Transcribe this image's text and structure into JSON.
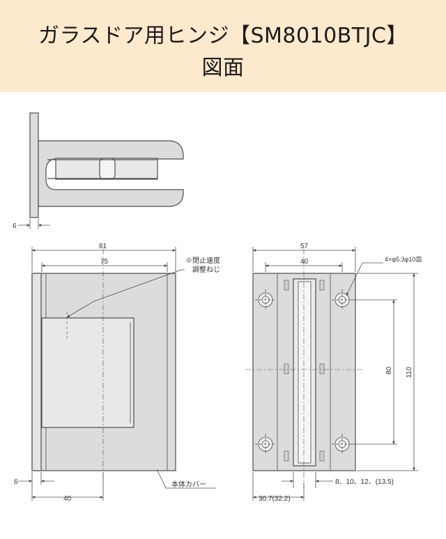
{
  "header": {
    "title": "ガラスドア用ヒンジ【SM8010BTJC】",
    "subtitle": "図面"
  },
  "colors": {
    "banner": "#fde9cc",
    "body_fill": "#dcdcdc",
    "line": "#4d4d4d"
  },
  "top_view": {
    "dim_thickness": "6"
  },
  "front_view": {
    "dim_total_width": "81",
    "dim_cover_width": "75",
    "note_line1": "※閉止速度",
    "note_line2": "調整ねじ",
    "dim_left": "6",
    "dim_axis": "40",
    "cover_label": "本体カバー"
  },
  "side_view": {
    "dim_total_width": "57",
    "dim_inner_width": "40",
    "hole_spec": "4×φ5.3φ10皿",
    "dim_hole_pitch": "80",
    "dim_height": "110",
    "glass_thickness": "8、10、12、(13.5)",
    "dim_offset": "30.7(32.2)"
  }
}
